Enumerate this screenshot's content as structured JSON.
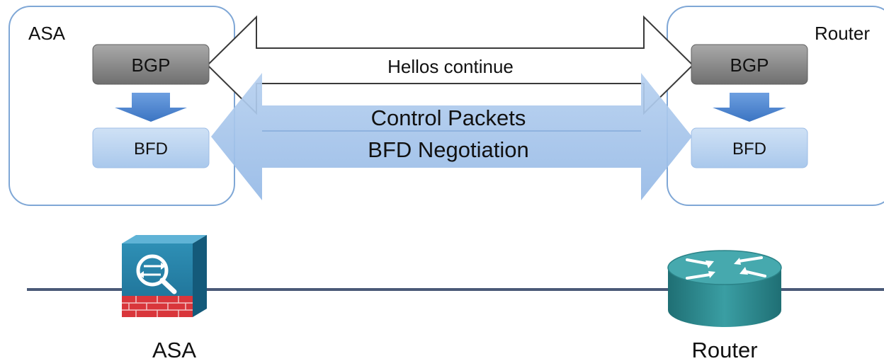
{
  "left_device": {
    "box_title": "ASA",
    "bgp_label": "BGP",
    "bfd_label": "BFD",
    "caption": "ASA",
    "icon": "asa-firewall-icon"
  },
  "right_device": {
    "box_title": "Router",
    "bgp_label": "BGP",
    "bfd_label": "BFD",
    "caption": "Router",
    "icon": "router-icon"
  },
  "arrows": {
    "hellos_label": "Hellos continue",
    "control_label": "Control Packets",
    "negotiation_label": "BFD Negotiation"
  },
  "colors": {
    "bgp_fill": "#8a8a8a",
    "bfd_fill": "#b9d3ef",
    "big_arrow": "#a7c6ea",
    "down_arrow": "#4f86cf",
    "network_line": "#4a5a78",
    "router_teal": "#2f8f94"
  }
}
